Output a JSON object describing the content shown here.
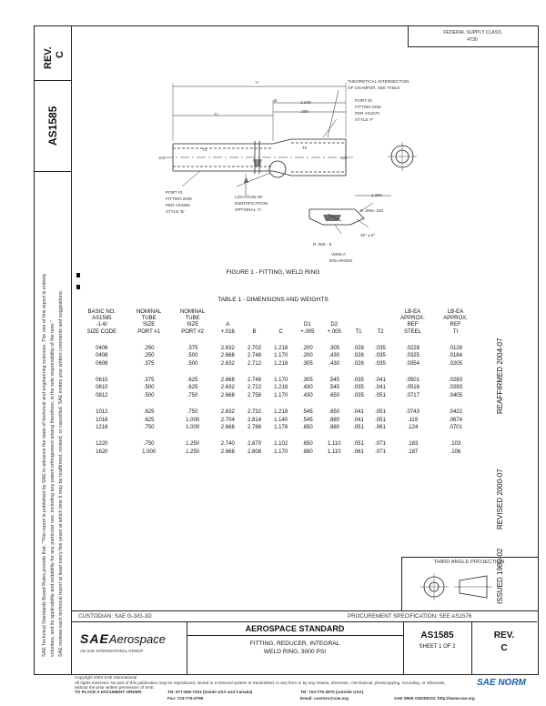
{
  "left_margin": {
    "notice_line1": "SAE Technical Standards Board Rules provide that: \"This report is published by SAE to advance the state of technical and engineering sciences. The use of this report is entirely",
    "notice_line2": "voluntary, and its applicability and suitability for any particular use, including any patent infringement arising therefrom, is the sole responsibility of the user.\"",
    "notice_line3": "SAE reviews each technical report at least every five years at which time it may be reaffirmed, revised, or cancelled. SAE invites your written comments and suggestions."
  },
  "side_labels": {
    "rev_title": "REV.",
    "rev_value": "C",
    "doc_number": "AS1585"
  },
  "header": {
    "fsc_label": "FEDERAL SUPPLY CLASS",
    "fsc_value": "4730"
  },
  "figure": {
    "caption": "FIGURE 1 - FITTING, WELD RING",
    "callouts": {
      "theoretical": "THEORETICAL INTERSECTION",
      "of_chamfer": "OF CHAMFER, SEE TABLE",
      "port2": "PORT #2",
      "fitting_end": "FITTING END",
      "per_as": "PER AS1579",
      "style": "STYLE 'F'",
      "port1": "PORT #1",
      "fitting_end_1": "FITTING END",
      "per_as_1": "PER AS4364",
      "style_1": "STYLE 'B'",
      "location_of": "LOCATION OF",
      "identification": "IDENTIFICATION",
      "optional": "OPTIONAL 'A'",
      "view_a": "VIEW A",
      "enlarged": "ENLARGED",
      "dim_a": "'A'",
      "dim_b": ".B",
      "dim_c": "'C'",
      "dim_1240": "1.240",
      "dim_200": ".200",
      "dim_1260": "1.260",
      "dim_d1": ".D1",
      "dim_d2": ".D2",
      "dim_t2": "T2",
      "dim_t1": "T1",
      "dim_r": "R .005+.150",
      "dim_rad": "R .005 - 5",
      "dim_45": "45° ± 5°",
      "label_a": "A"
    }
  },
  "table": {
    "title": "TABLE 1 - DIMENSIONS AND WEIGHTS",
    "headers": [
      [
        "BASIC NO.",
        "AS1585",
        "-1-6/",
        "SIZE CODE"
      ],
      [
        "NOMINAL",
        "TUBE",
        "SIZE",
        "PORT #1"
      ],
      [
        "NOMINAL",
        "TUBE",
        "SIZE",
        "PORT #2"
      ],
      [
        "A",
        "+.016"
      ],
      [
        "B"
      ],
      [
        "C"
      ],
      [
        "D1",
        "+.005"
      ],
      [
        "D2",
        "+.005"
      ],
      [
        "T1"
      ],
      [
        "T2"
      ],
      [
        "LB-EA",
        "APPROX.",
        "REF",
        "STEEL"
      ],
      [
        "LB-EA",
        "APPROX.",
        "REF",
        "TI"
      ]
    ],
    "groups": [
      [
        [
          "0406",
          ".250",
          ".375",
          "2.632",
          "2.702",
          "1.218",
          ".200",
          ".305",
          ".028",
          ".035",
          ".0228",
          ".0128"
        ],
        [
          "0408",
          ".250",
          ".500",
          "2.668",
          "2.748",
          "1.170",
          ".200",
          ".430",
          ".028",
          ".035",
          ".0325",
          ".0184"
        ],
        [
          "0608",
          ".375",
          ".500",
          "2.632",
          "2.712",
          "1.218",
          ".305",
          ".430",
          ".028",
          ".035",
          ".0354",
          ".0205"
        ]
      ],
      [
        [
          "0610",
          ".375",
          ".625",
          "2.668",
          "2.748",
          "1.170",
          ".305",
          ".545",
          ".035",
          ".041",
          ".0501",
          ".0283"
        ],
        [
          "0810",
          ".500",
          ".625",
          "2.632",
          "2.722",
          "1.218",
          ".430",
          ".545",
          ".035",
          ".041",
          ".0518",
          ".0293"
        ],
        [
          "0812",
          ".500",
          ".750",
          "2.668",
          "2.758",
          "1.170",
          ".430",
          ".650",
          ".035",
          ".051",
          ".0717",
          ".0405"
        ]
      ],
      [
        [
          "1012",
          ".625",
          ".750",
          "2.632",
          "2.732",
          "1.218",
          ".545",
          ".650",
          ".041",
          ".051",
          ".0743",
          ".0422"
        ],
        [
          "1016",
          ".625",
          "1.000",
          "2.704",
          "2.814",
          "1.140",
          ".545",
          ".880",
          ".041",
          ".051",
          ".119",
          ".0674"
        ],
        [
          "1216",
          ".750",
          "1.000",
          "2.668",
          "2.788",
          "1.178",
          ".650",
          ".880",
          ".051",
          ".061",
          ".124",
          ".0701"
        ]
      ],
      [
        [
          "1220",
          ".750",
          "1.250",
          "2.740",
          "2.870",
          "1.102",
          ".650",
          "1.110",
          ".051",
          ".071",
          ".183",
          ".103"
        ],
        [
          "1620",
          "1.000",
          "1.250",
          "2.668",
          "2.808",
          "1.170",
          ".880",
          "1.110",
          ".061",
          ".071",
          ".187",
          ".106"
        ]
      ]
    ]
  },
  "right_margin": {
    "reaffirmed": "REAFFIRMED 2004-07",
    "revised": "REVISED 2000-07",
    "issued": "ISSUED 1980-02"
  },
  "projection": {
    "label": "THIRD ANGLE PROJECTION"
  },
  "title_block": {
    "custodian": "CUSTODIAN:  SAE G-3/G-3D",
    "procurement": "PROCUREMENT SPECIFICATION: SEE AS1576",
    "standard_label": "AEROSPACE STANDARD",
    "title_line1": "FITTING, REDUCER, INTEGRAL",
    "title_line2": "WELD RING, 3000 PSI",
    "doc_number": "AS1585",
    "sheet": "SHEET 1 OF 2",
    "rev_label": "REV.",
    "rev_value": "C",
    "logo_sae": "SAE",
    "logo_aerospace": "Aerospace",
    "logo_sub": "AN SAE INTERNATIONAL GROUP"
  },
  "footer": {
    "copyright": "Copyright 2004 SAE International",
    "rights": "All rights reserved. No part of this publication may be reproduced, stored in a retrieval system or transmitted, in any form or by any means, electronic, mechanical, photocopying, recording, or otherwise,",
    "rights2": "without the prior written permission of SAE.",
    "order_label": "TO PLACE A DOCUMENT ORDER:",
    "tel1": "Tel:  877-606-7323 (inside USA and Canada)",
    "tel2": "Tel:  724-776-4970 (outside USA)",
    "fax": "Fax: 724-776-0790",
    "email": "Email: custsvc@sae.org",
    "web": "SAE WEB ADDRESS:  http://www.sae.org",
    "watermark": "SAE NORM"
  }
}
